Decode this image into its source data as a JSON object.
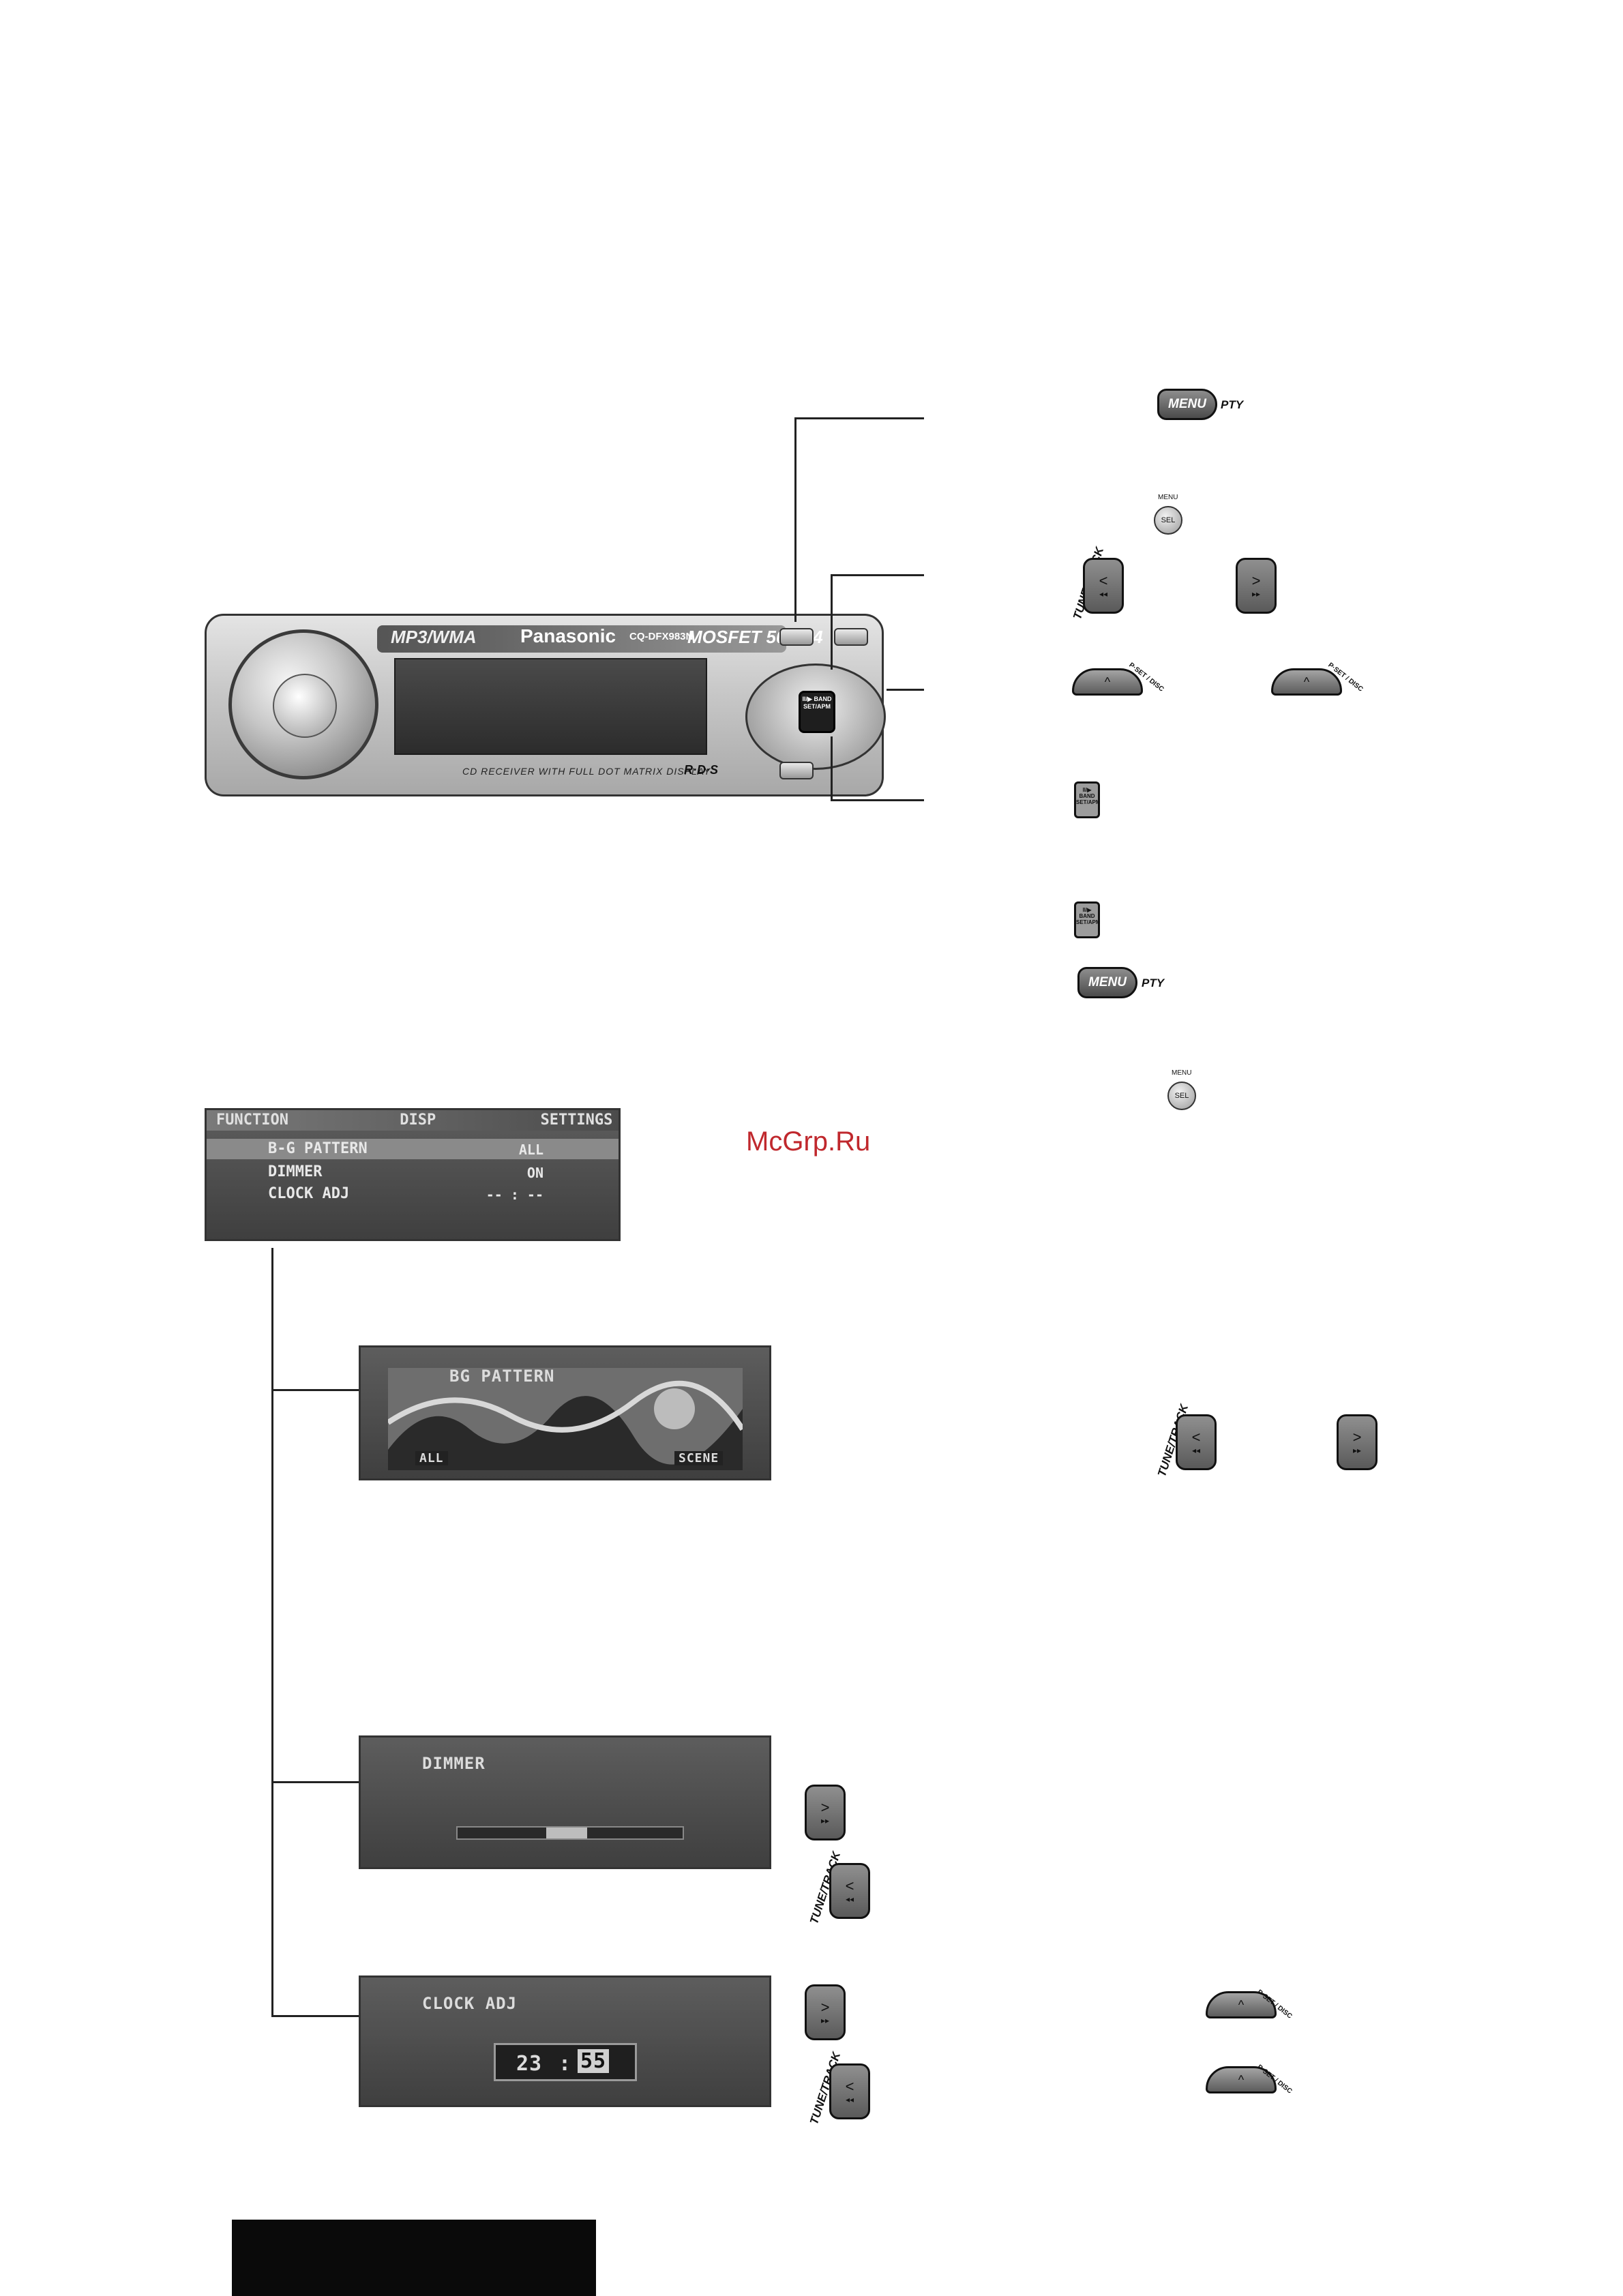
{
  "head_unit": {
    "mp3_label": "MP3/WMA",
    "brand": "Panasonic",
    "model": "CQ-DFX983N",
    "power_label": "MOSFET 50W×4",
    "caption": "CD RECEIVER WITH FULL DOT MATRIX DISPLAY",
    "rds_label": "R·D·S",
    "center_button": "II/▶ BAND SET/APM"
  },
  "buttons": {
    "menu_label": "MENU",
    "pty_label": "PTY",
    "sel_label": "SEL",
    "sel_caption": "MENU",
    "tune_track_label": "TUNE/TRACK",
    "pset_label": "P·SET / DISC",
    "band_label": "II/▶ BAND SET/APM",
    "prev_arrow": "<",
    "prev_symbol": "◂◂",
    "next_arrow": ">",
    "next_symbol": "▸▸",
    "up_arrow": "^"
  },
  "screen_menu": {
    "header_left": "FUNCTION",
    "header_mid": "DISP",
    "header_right": "SETTINGS",
    "rows": [
      {
        "label": "B-G PATTERN",
        "value": "ALL"
      },
      {
        "label": "DIMMER",
        "value": "ON"
      },
      {
        "label": "CLOCK ADJ",
        "value": "-- : --"
      }
    ]
  },
  "screen_bg": {
    "title": "BG PATTERN",
    "left_badge": "ALL",
    "right_badge": "SCENE"
  },
  "screen_dimmer": {
    "title": "DIMMER"
  },
  "screen_clock": {
    "title": "CLOCK ADJ",
    "hour": "23",
    "sep": ":",
    "minute": "55"
  },
  "watermark": "McGrp.Ru"
}
